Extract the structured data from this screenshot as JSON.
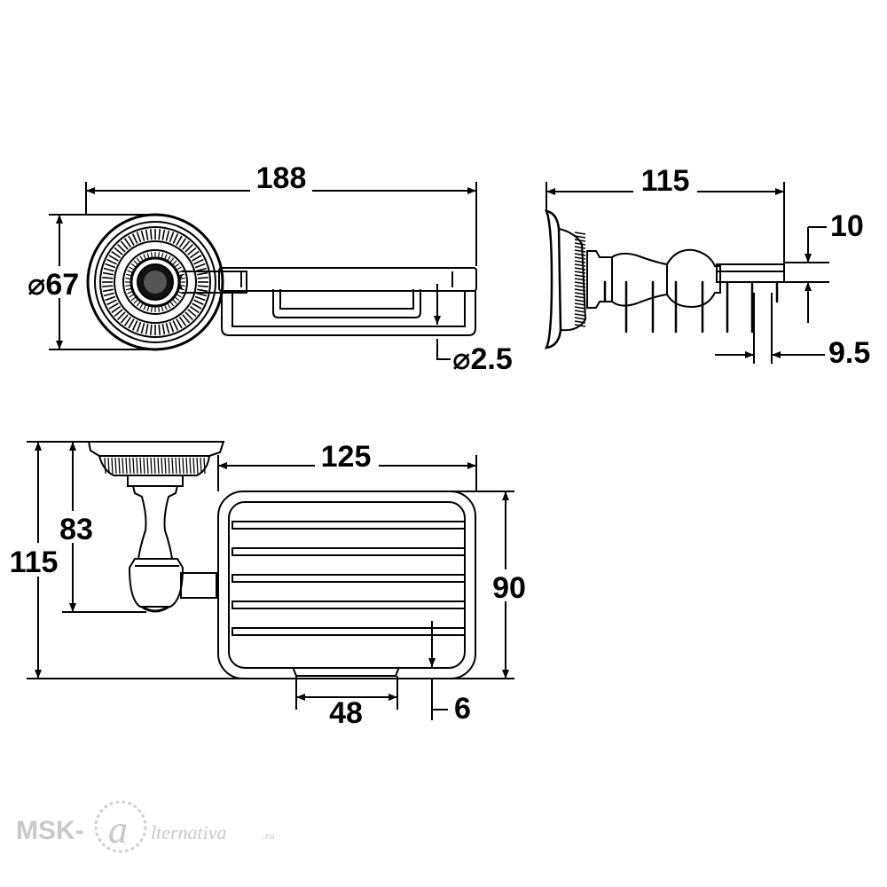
{
  "dimensions": {
    "front_width": "188",
    "front_diameter": "⌀67",
    "wire_diameter": "⌀2.5",
    "side_depth": "115",
    "side_thickness": "10",
    "side_spacing": "9.5",
    "top_depth": "125",
    "top_height": "115",
    "top_post_height": "83",
    "top_tray_height": "90",
    "top_foot_gap": "48",
    "top_foot_height": "6"
  },
  "watermark": {
    "brand_prefix": "MSK-",
    "brand_script": "lternativa",
    "brand_tld": ".ru"
  },
  "colors": {
    "line": "#000000",
    "watermark": "#c9c9c9",
    "background": "#ffffff"
  }
}
